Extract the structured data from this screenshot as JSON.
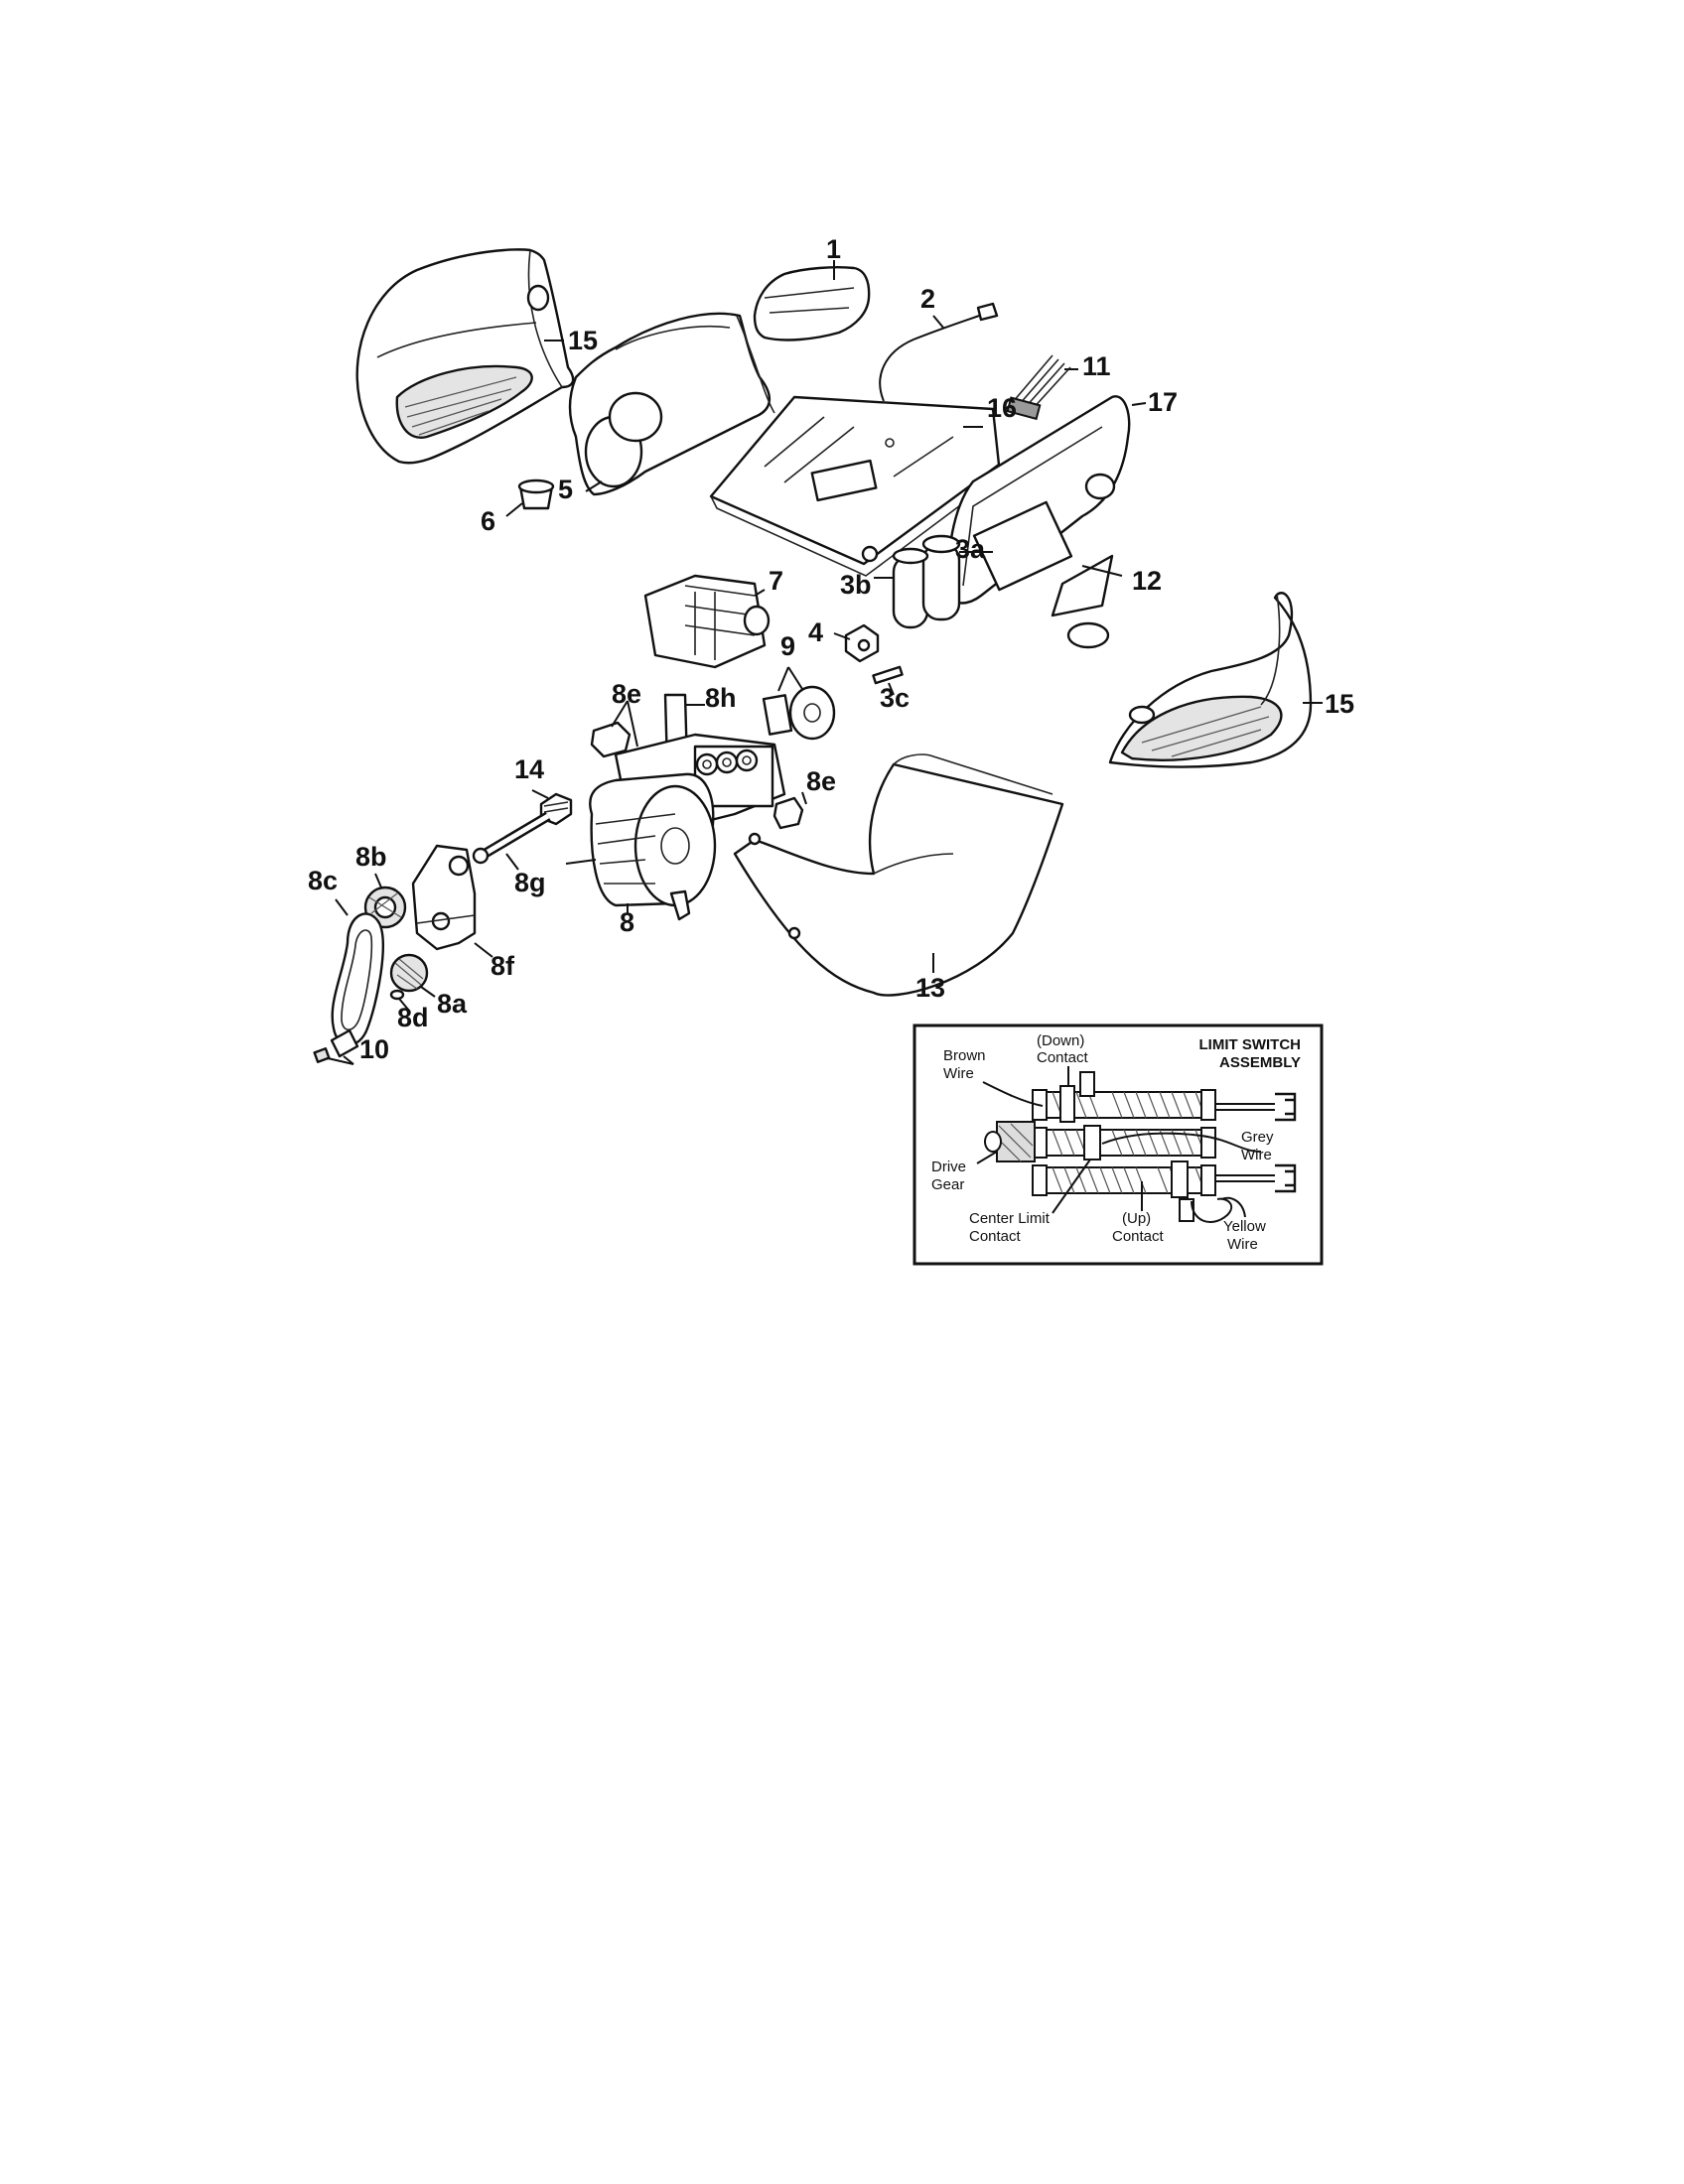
{
  "callouts": {
    "c1": "1",
    "c2": "2",
    "c3a": "3a",
    "c3b": "3b",
    "c3c": "3c",
    "c4": "4",
    "c5": "5",
    "c6": "6",
    "c7": "7",
    "c8": "8",
    "c8a": "8a",
    "c8b": "8b",
    "c8c": "8c",
    "c8d": "8d",
    "c8e_top": "8e",
    "c8e_bottom": "8e",
    "c8f": "8f",
    "c8g": "8g",
    "c8h": "8h",
    "c9": "9",
    "c10": "10",
    "c11": "11",
    "c12": "12",
    "c13": "13",
    "c14": "14",
    "c15_left": "15",
    "c15_right": "15",
    "c16": "16",
    "c17": "17"
  },
  "inset": {
    "title_line1": "LIMIT SWITCH",
    "title_line2": "ASSEMBLY",
    "down_contact_1": "(Down)",
    "down_contact_2": "Contact",
    "brown_wire_1": "Brown",
    "brown_wire_2": "Wire",
    "grey_wire_1": "Grey",
    "grey_wire_2": "Wire",
    "drive_gear_1": "Drive",
    "drive_gear_2": "Gear",
    "center_limit_1": "Center Limit",
    "center_limit_2": "Contact",
    "up_contact_1": "(Up)",
    "up_contact_2": "Contact",
    "yellow_wire_1": "Yellow",
    "yellow_wire_2": "Wire"
  }
}
